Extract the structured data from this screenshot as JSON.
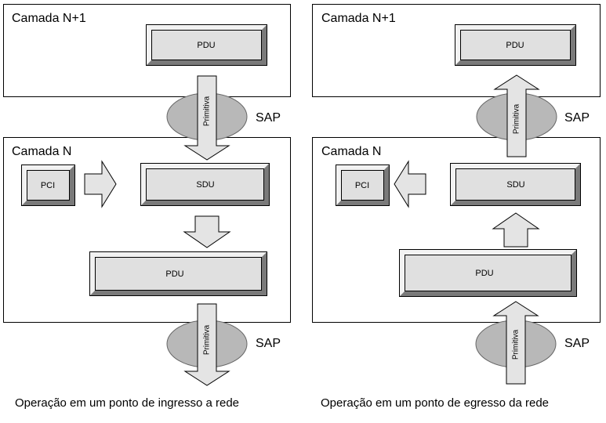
{
  "left": {
    "layer_top_label": "Camada N+1",
    "layer_bottom_label": "Camada N",
    "top_pdu": "PDU",
    "sdu": "SDU",
    "pci": "PCI",
    "bottom_pdu": "PDU",
    "sap_top": "SAP",
    "sap_bottom": "SAP",
    "primitive_top": "Primitiva",
    "primitive_bottom": "Primitiva",
    "caption": "Operação em um ponto de ingresso a rede"
  },
  "right": {
    "layer_top_label": "Camada N+1",
    "layer_bottom_label": "Camada N",
    "top_pdu": "PDU",
    "sdu": "SDU",
    "pci": "PCI",
    "bottom_pdu": "PDU",
    "sap_top": "SAP",
    "sap_bottom": "SAP",
    "primitive_top": "Primitiva",
    "primitive_bottom": "Primitiva",
    "caption": "Operação em um ponto de egresso da rede"
  },
  "colors": {
    "box_fill": "#e0e0e0",
    "sap_fill": "#b8b8b8",
    "arrow_fill": "#e4e4e4"
  }
}
